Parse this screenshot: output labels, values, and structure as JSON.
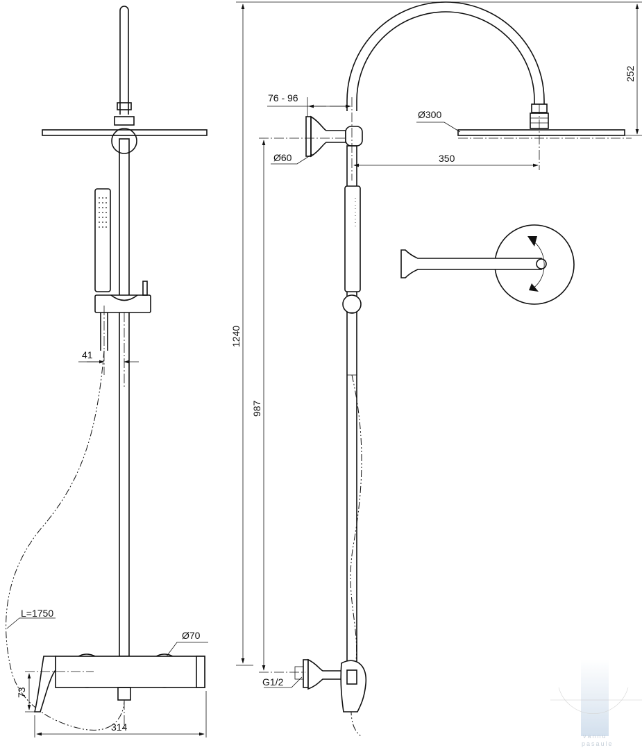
{
  "drawing": {
    "dimensions": {
      "total_height": "1240",
      "outlet_height": "987",
      "arm_rise": "252",
      "wall_distance": "76 - 96",
      "head_diameter": "Ø300",
      "bracket_diameter": "Ø60",
      "arm_reach": "350",
      "hand_offset": "41",
      "hose_length": "L=1750",
      "rosette_diameter": "Ø70",
      "mixer_height": "73",
      "mixer_width": "314",
      "thread": "G1/2"
    },
    "watermark": {
      "line1": "vannu",
      "line2": "pasaule"
    }
  }
}
